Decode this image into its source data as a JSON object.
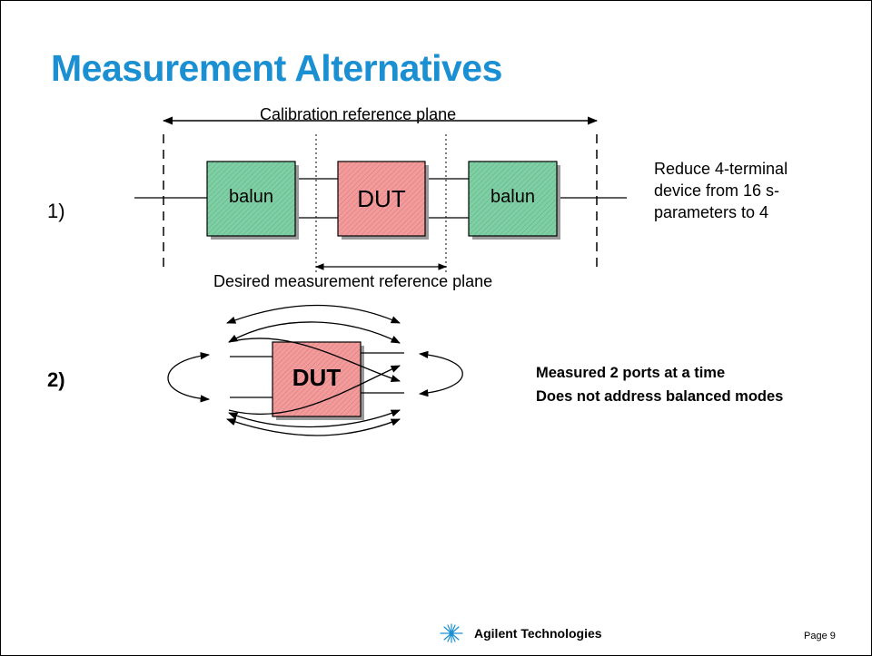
{
  "slide": {
    "title": "Measurement Alternatives",
    "accent_color": "#1a8fd2"
  },
  "alt1": {
    "number": "1)",
    "calibration_label": "Calibration reference plane",
    "desired_label": "Desired measurement reference plane",
    "left_block": "balun",
    "center_block": "DUT",
    "right_block": "balun",
    "note_lines": [
      "Reduce 4-terminal",
      "device from 16 s-",
      "parameters to 4"
    ],
    "balun_color": "#7ed0a4",
    "dut_color": "#f59a9a"
  },
  "alt2": {
    "number": "2)",
    "block": "DUT",
    "note_lines": [
      "Measured 2 ports at a time",
      "Does not address balanced modes"
    ]
  },
  "footer": {
    "brand": "Agilent Technologies",
    "logo_icon": "agilent-spark-icon",
    "page": "Page 9"
  }
}
